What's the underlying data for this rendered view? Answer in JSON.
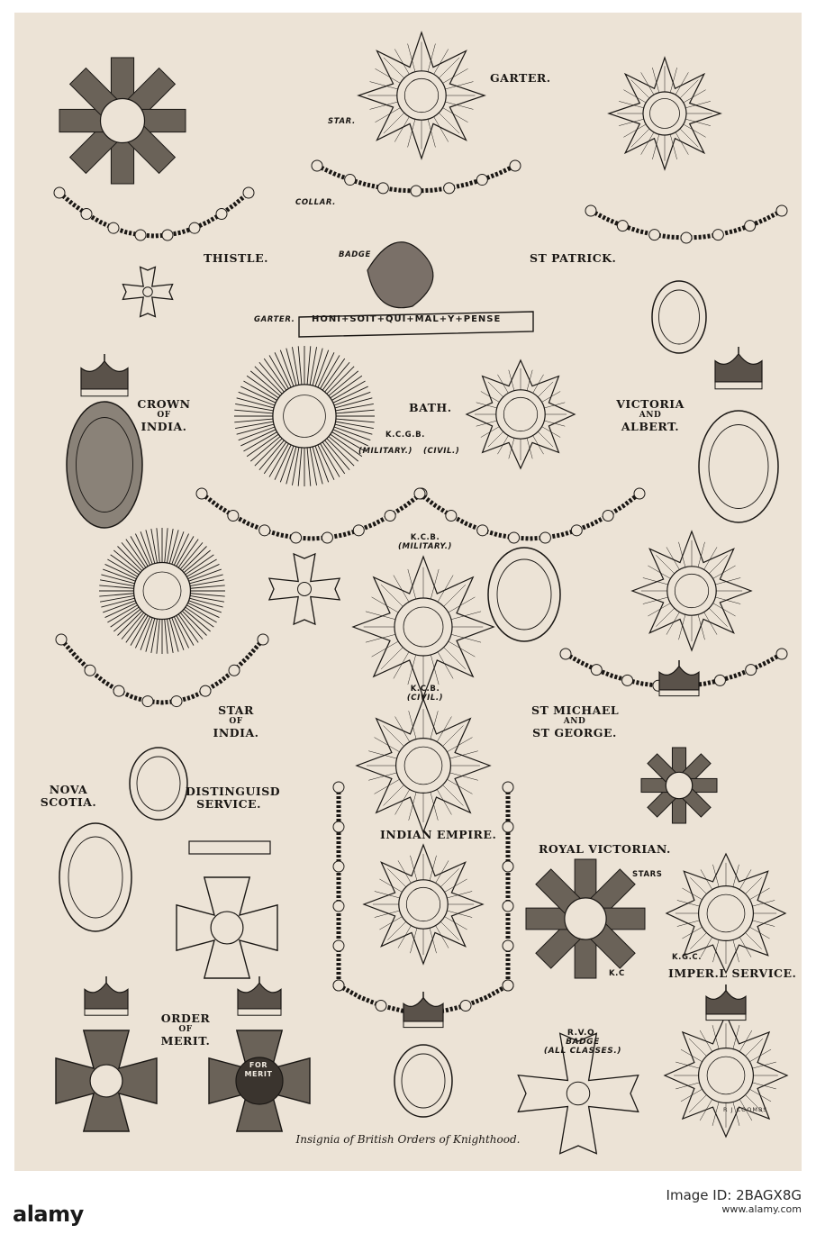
{
  "plate": {
    "labels": {
      "garter": "GARTER.",
      "star": "STAR.",
      "collar": "COLLAR.",
      "badge": "BADGE",
      "garter_small": "GARTER.",
      "motto": "HONI+SOIT+QUI+MAL+Y+PENSE",
      "thistle": "THISTLE.",
      "st_patrick": "ST PATRICK.",
      "crown_of_india_1": "CROWN",
      "crown_of_india_2": "OF",
      "crown_of_india_3": "INDIA.",
      "bath": "BATH.",
      "kcgb": "K.C.G.B.",
      "military": "(MILITARY.)",
      "civil": "(CIVIL.)",
      "victoria_albert_1": "VICTORIA",
      "victoria_albert_2": "AND",
      "victoria_albert_3": "ALBERT.",
      "kcb_military_1": "K.C.B.",
      "kcb_military_2": "(MILITARY.)",
      "kcb_civil_1": "K.C.B.",
      "kcb_civil_2": "(CIVIL.)",
      "star_of_india_1": "STAR",
      "star_of_india_2": "OF",
      "star_of_india_3": "INDIA.",
      "st_michael_1": "ST MICHAEL",
      "st_michael_2": "AND",
      "st_michael_3": "ST GEORGE.",
      "nova_scotia_1": "NOVA",
      "nova_scotia_2": "SCOTIA.",
      "distinguished_1": "DISTINGUISD",
      "distinguished_2": "SERVICE.",
      "indian_empire": "INDIAN EMPIRE.",
      "royal_victorian": "ROYAL VICTORIAN.",
      "stars": "STARS",
      "kc": "K.C",
      "kgc": "K.G.C.",
      "imperial_service": "IMPER.L SERVICE.",
      "order_of_merit_1": "ORDER",
      "order_of_merit_2": "OF",
      "order_of_merit_3": "MERIT.",
      "for_merit_1": "FOR",
      "for_merit_2": "MERIT",
      "rvo_1": "R.V.O.",
      "rvo_2": "BADGE",
      "rvo_3": "(ALL CLASSES.)",
      "signature": "R J COOMBS"
    },
    "caption": "Insignia of British Orders of Knighthood."
  },
  "footer": {
    "brand": "alamy",
    "image_id_label": "Image ID: 2BAGX8G",
    "url": "www.alamy.com"
  },
  "colors": {
    "paper": "#ece3d6",
    "ink": "#1a1714"
  }
}
